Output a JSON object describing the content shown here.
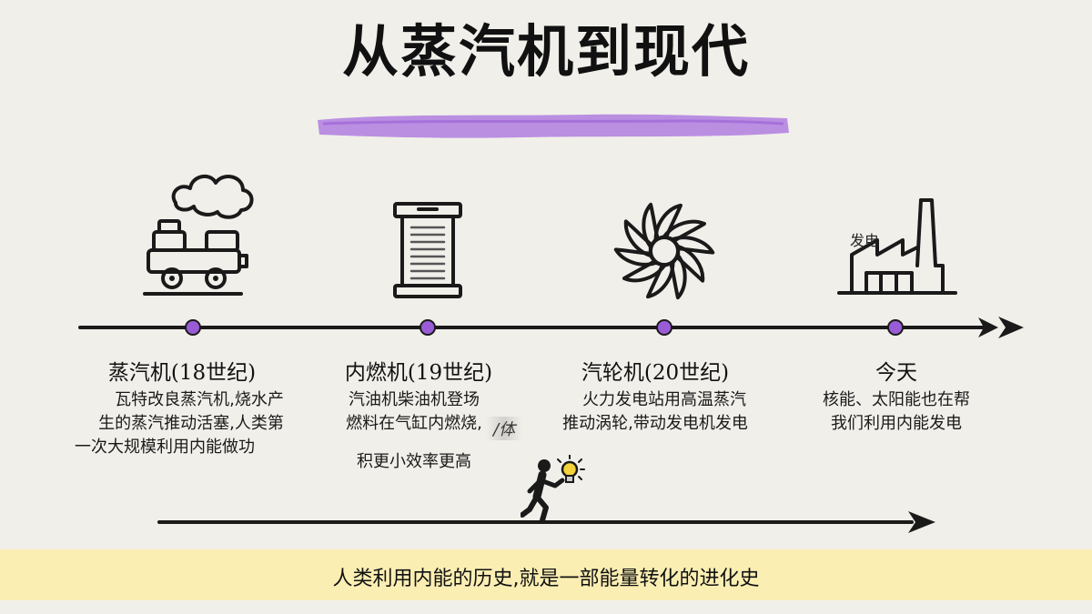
{
  "title": "从蒸汽机到现代",
  "colors": {
    "background": "#f1efea",
    "accent_purple": "#9a5cd6",
    "highlight_purple": "#b07ee0",
    "footer_band": "#fbeeb3",
    "ink": "#1a1a1a",
    "bulb_yellow": "#f3d23b"
  },
  "timeline": [
    {
      "icon": "steam-locomotive-icon",
      "heading": "蒸汽机(18世纪)",
      "lines": [
        "瓦特改良蒸汽机,烧水产",
        "生的蒸汽推动活塞,人类第",
        "一次大规模利用内能做功"
      ]
    },
    {
      "icon": "internal-combustion-engine-icon",
      "heading": "内燃机(19世纪)",
      "lines": [
        "汽油机柴油机登场",
        "燃料在气缸内燃烧,",
        "积更小效率更高"
      ],
      "fragment": "/体"
    },
    {
      "icon": "turbine-icon",
      "heading": "汽轮机(20世纪)",
      "lines": [
        "火力发电站用高温蒸汽",
        "推动涡轮,带动发电机发电"
      ]
    },
    {
      "icon": "factory-icon",
      "icon_label": "发电",
      "heading": "今天",
      "lines": [
        "核能、太阳能也在帮",
        "我们利用内能发电"
      ]
    }
  ],
  "footer": "人类利用内能的历史,就是一部能量转化的进化史"
}
